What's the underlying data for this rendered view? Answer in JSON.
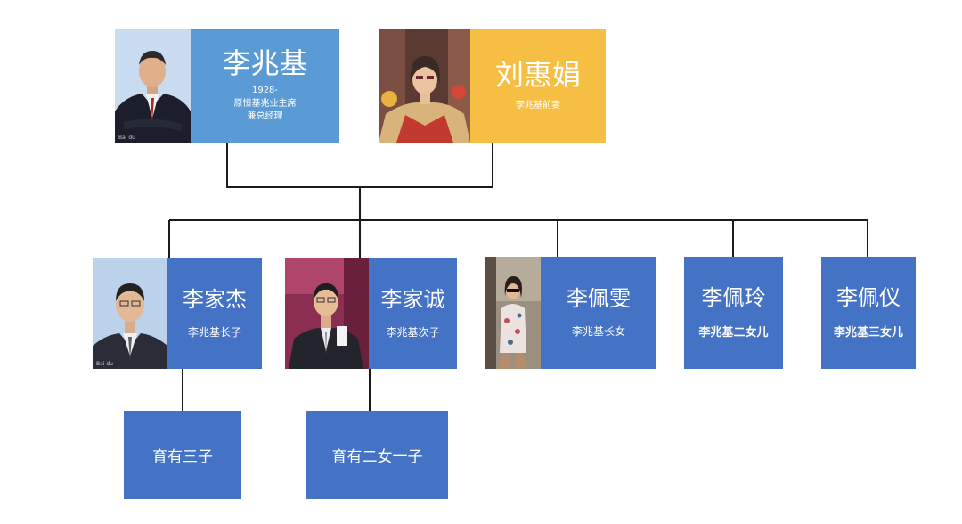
{
  "parents": {
    "father": {
      "name": "李兆基",
      "born": "1928-",
      "title_line1": "原恒基兆业主席",
      "title_line2": "兼总经理"
    },
    "mother": {
      "name": "刘惠娟",
      "relation": "李兆基前妻"
    }
  },
  "children": [
    {
      "name": "李家杰",
      "relation": "李兆基长子",
      "descendants": "育有三子"
    },
    {
      "name": "李家诚",
      "relation": "李兆基次子",
      "descendants": "育有二女一子"
    },
    {
      "name": "李佩雯",
      "relation": "李兆基长女"
    },
    {
      "name": "李佩玲",
      "relation": "李兆基二女儿"
    },
    {
      "name": "李佩仪",
      "relation": "李兆基三女儿"
    }
  ],
  "photos": {
    "father": "photo-li-shau-kee",
    "mother": "photo-liu-wai-kuen",
    "son1": "photo-li-ka-kit",
    "son2": "photo-li-ka-shing",
    "daughter1": "photo-li-pui-man"
  },
  "colors": {
    "header_blue": "#5b9bd5",
    "header_gold": "#f6be43",
    "node_blue": "#4472c4",
    "connector": "#1a1a1a"
  }
}
